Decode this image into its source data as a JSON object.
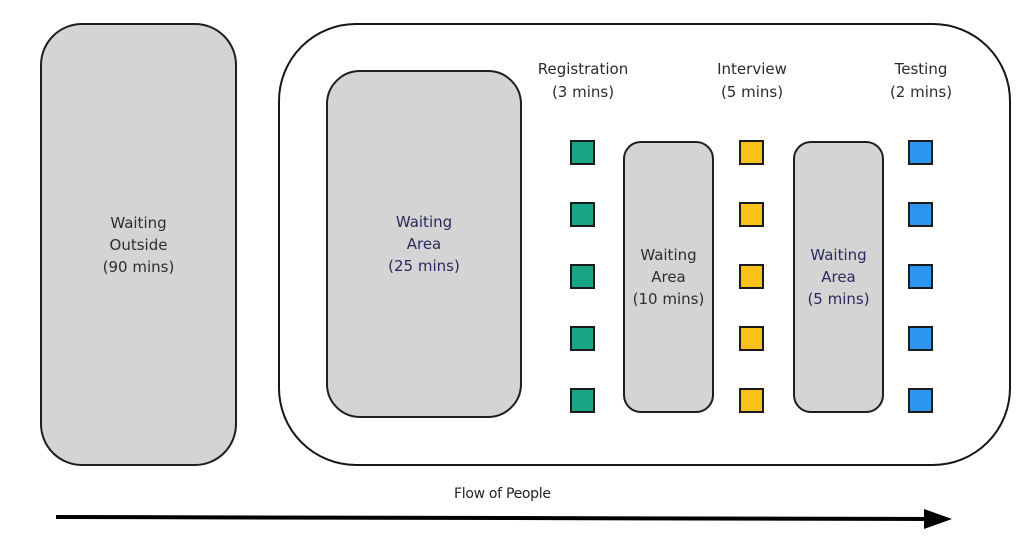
{
  "title": "Flow of People",
  "colors": {
    "registration": "#17a585",
    "interview": "#f8c21b",
    "testing": "#2c95ee",
    "waiting_fill": "#d4d4d4"
  },
  "outside": {
    "label": "Waiting\nOutside\n(90 mins)"
  },
  "waiting_areas": [
    {
      "label": "Waiting\nArea\n(25 mins)"
    },
    {
      "label": "Waiting\nArea\n(10 mins)"
    },
    {
      "label": "Waiting\nArea\n(5 mins)"
    }
  ],
  "stations": [
    {
      "name": "Registration",
      "header": "Registration\n(3 mins)",
      "desk_count": 5
    },
    {
      "name": "Interview",
      "header": "Interview\n(5 mins)",
      "desk_count": 5
    },
    {
      "name": "Testing",
      "header": "Testing\n(2 mins)",
      "desk_count": 5
    }
  ],
  "flow_label": "Flow of People"
}
